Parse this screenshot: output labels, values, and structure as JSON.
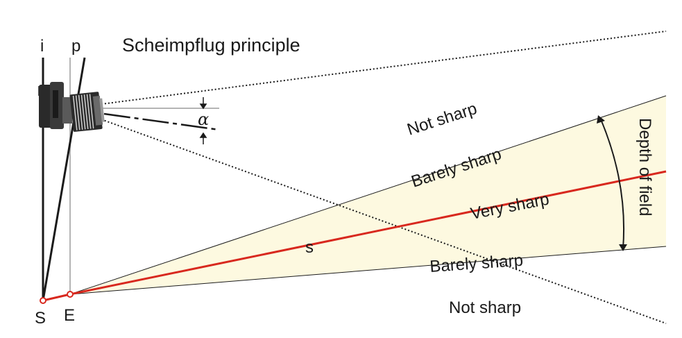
{
  "title": "Scheimpflug principle",
  "labels": {
    "image_plane": "i",
    "lens_plane": "p",
    "angle": "α",
    "point_s": "S",
    "point_e": "E",
    "focus_plane": "s",
    "depth_of_field": "Depth of field"
  },
  "zones": {
    "not_sharp_top": "Not sharp",
    "barely_sharp_top": "Barely sharp",
    "very_sharp": "Very sharp",
    "barely_sharp_bottom": "Barely sharp",
    "not_sharp_bottom": "Not sharp"
  },
  "colors": {
    "focus_line": "#d8281e",
    "dof_fill": "#fdf9e0",
    "line": "#1a1a1a",
    "guide": "#b4b4b4"
  },
  "icons": [
    "camera-icon"
  ]
}
